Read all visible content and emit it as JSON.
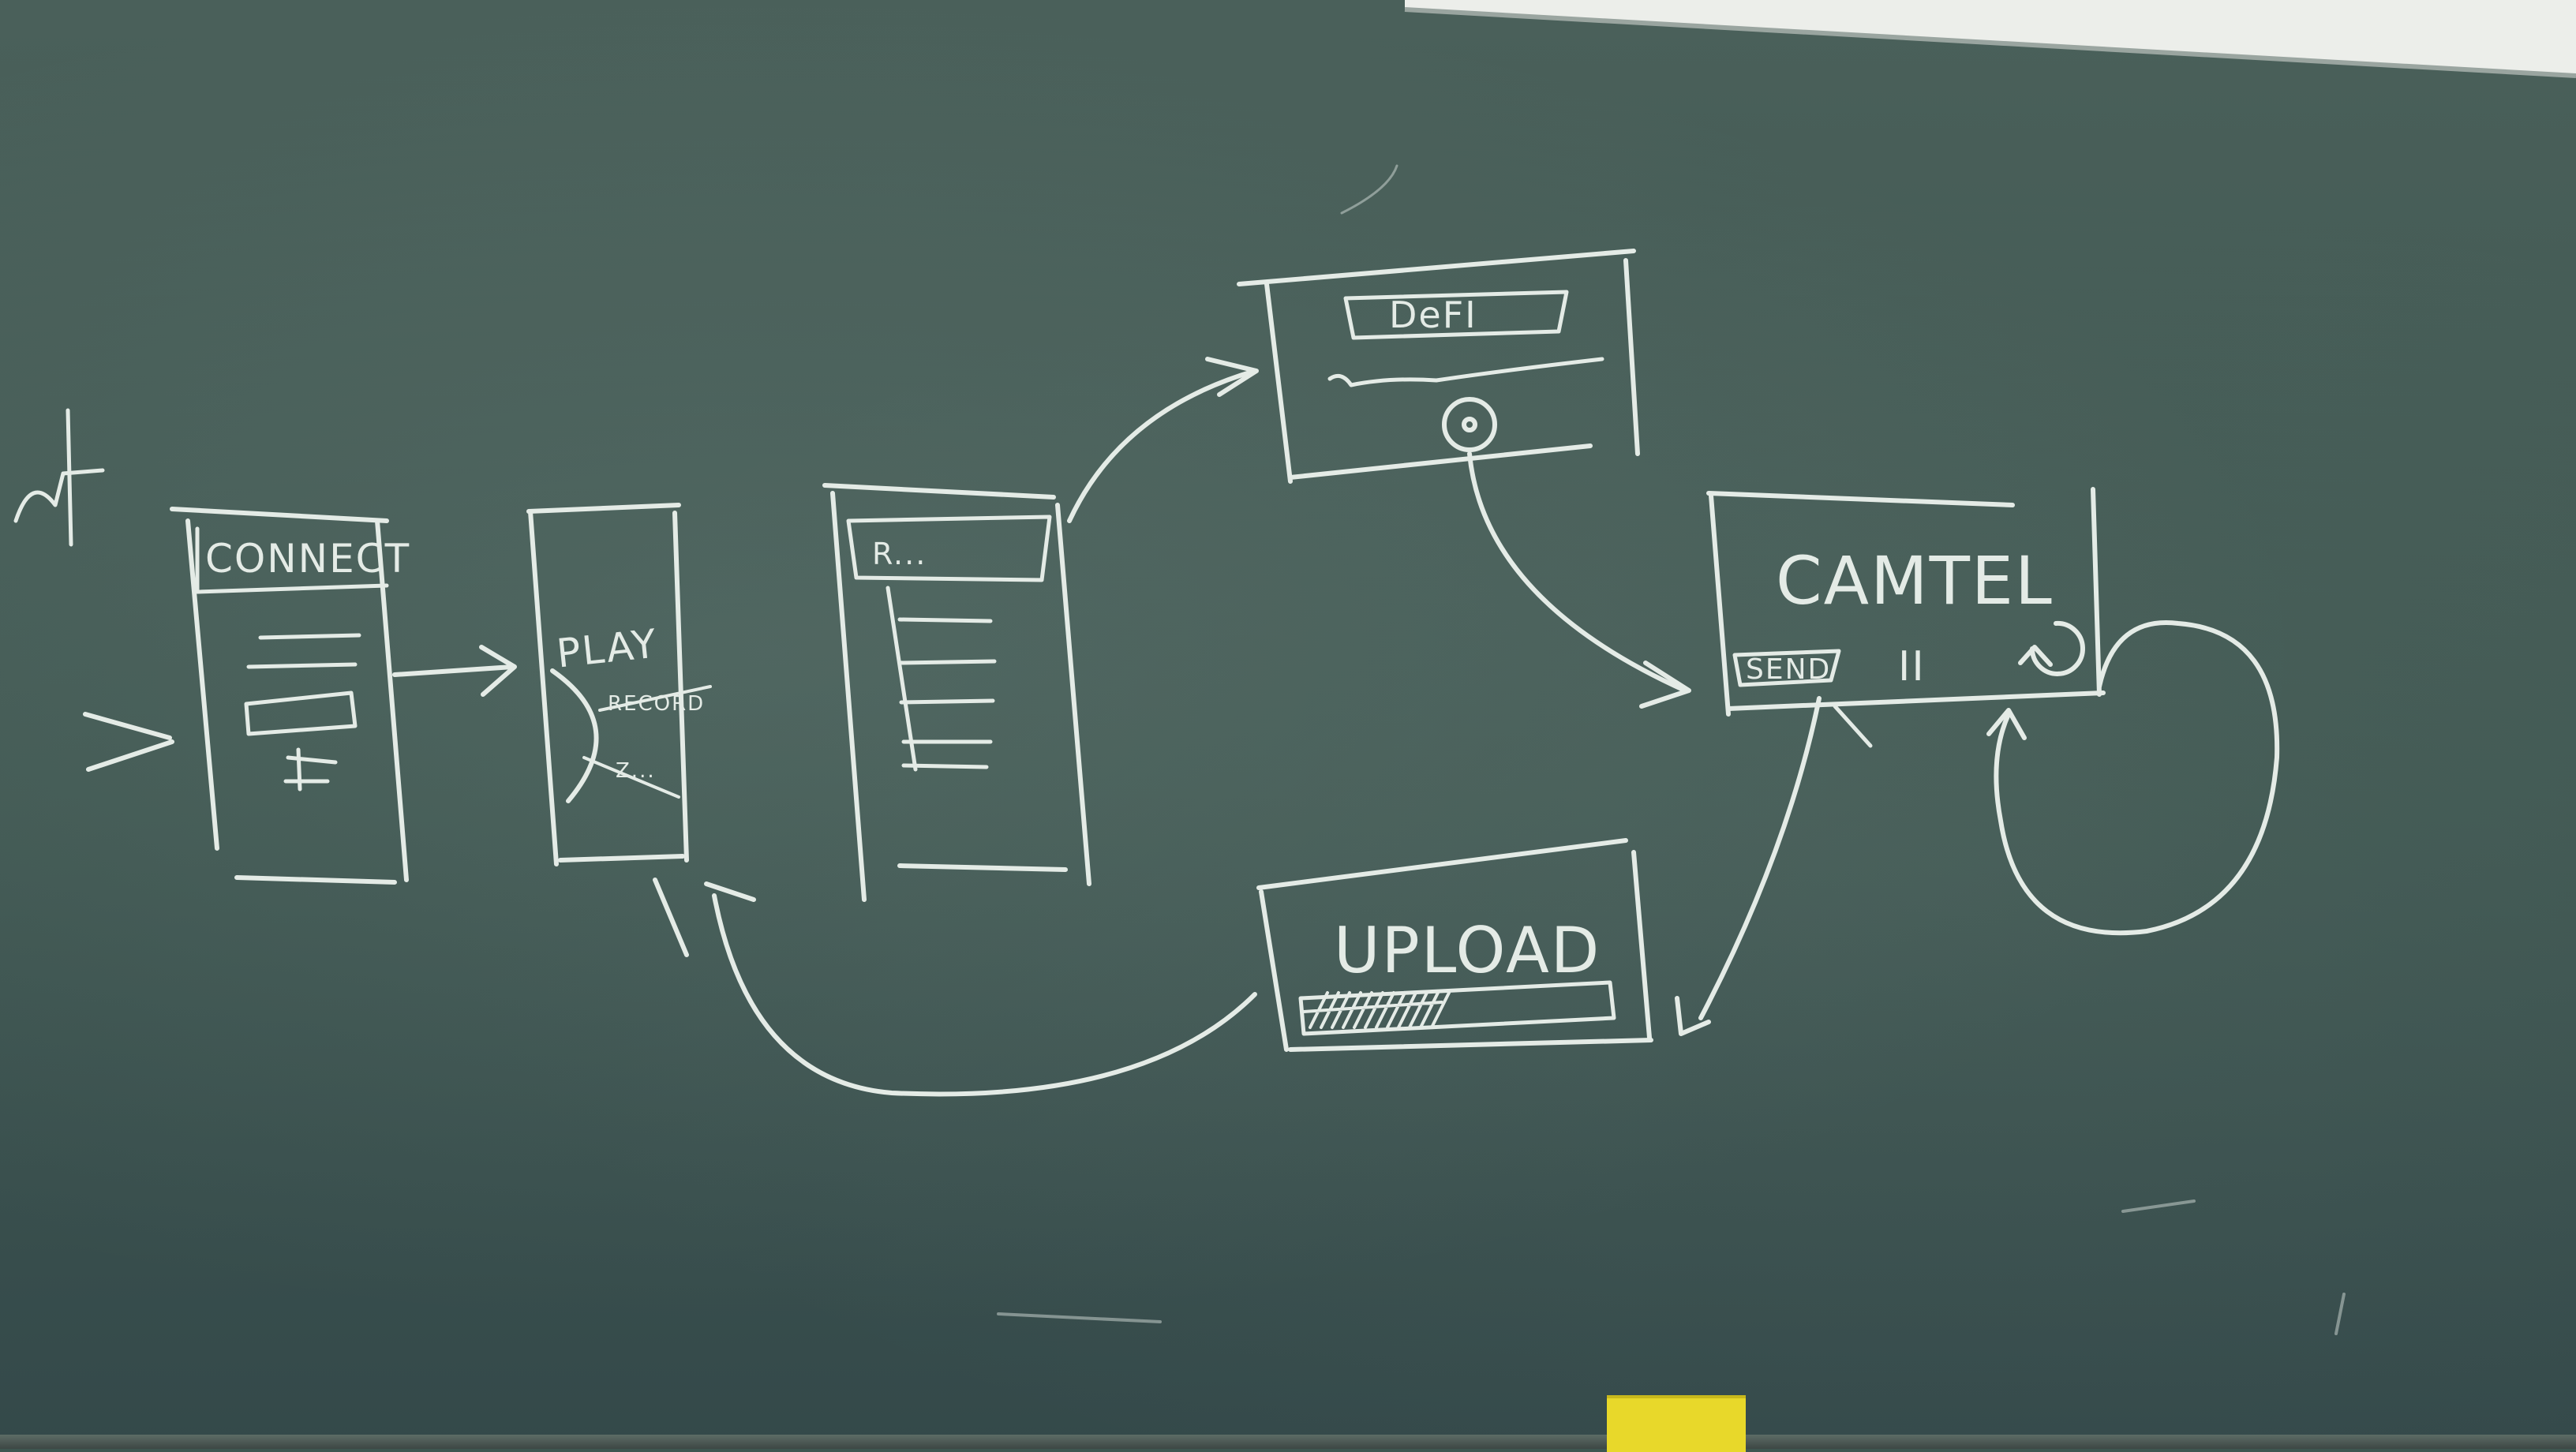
{
  "screens": {
    "connect": {
      "title": "CONNECT"
    },
    "play": {
      "title": "PLAY",
      "option_1": "RECORD",
      "option_2": "Z..."
    },
    "list": {
      "title": "R..."
    },
    "detail": {
      "title": "DeFI"
    },
    "camtel": {
      "title": "CAMTEL",
      "send_label": "SEND",
      "pause_label": "II"
    },
    "upload": {
      "title": "UPLOAD",
      "progress": 0.45
    }
  },
  "colors": {
    "board": "#3e5650",
    "chalk": "#e4ebe6",
    "eraser": "#e8d82a"
  }
}
